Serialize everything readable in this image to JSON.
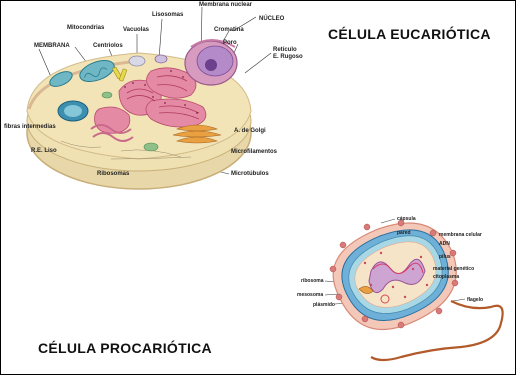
{
  "titles": {
    "eukaryote": "CÉLULA EUCARIÓTICA",
    "prokaryote": "CÉLULA PROCARIÓTICA"
  },
  "eukaryote_labels": {
    "membrana_nuclear": "Membrana nuclear",
    "lisosomas": "Lisosomas",
    "nucleo": "NÚCLEO",
    "mitocondrias": "Mitocondrias",
    "vacuolas": "Vacuolas",
    "cromatina": "Cromatina",
    "membrana": "MEMBRANA",
    "centriolos": "Centriolos",
    "poro": "Poro",
    "reticulo": "Retículo",
    "e_rugoso": "E. Rugoso",
    "fibras": "fibras intermedias",
    "golgi": "A. de Golgi",
    "re_liso": "R.E. Liso",
    "microfilamentos": "Microfilamentos",
    "ribosomas": "Ribosomas",
    "microtubulos": "Microtúbulos"
  },
  "prokaryote_labels": {
    "capsula": "cápsula",
    "pared": "pared",
    "membrana_celular": "membrana celular",
    "adn": "ADN",
    "pilus": "pilus",
    "material_genetico": "material genético",
    "citoplasma": "citoplasma",
    "ribosoma": "ribosoma",
    "mesosoma": "mesosoma",
    "flagelo": "flagelo",
    "plasmido": "plásmido"
  }
}
